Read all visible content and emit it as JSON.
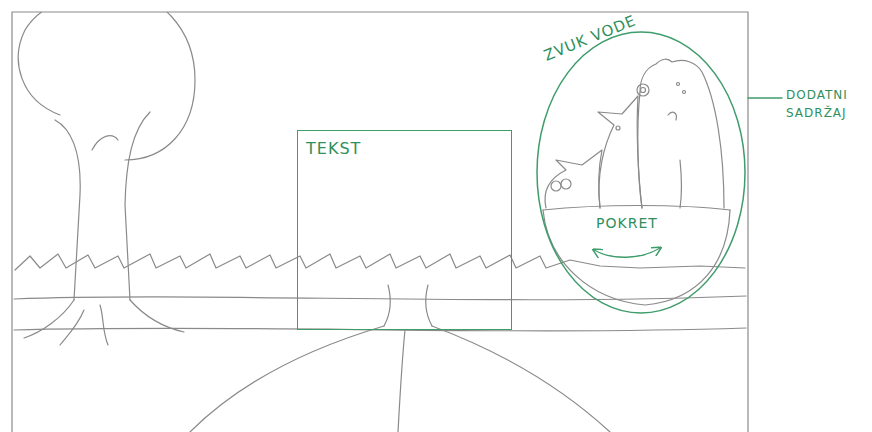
{
  "diagram": {
    "nodes": [
      {
        "text": [
          "TEKST"
        ]
      },
      {
        "text": [
          "ZVUK VODE",
          "POKRET"
        ]
      }
    ],
    "edges": [],
    "labels": [
      "DODATNI SADRŽAJ"
    ]
  }
}
